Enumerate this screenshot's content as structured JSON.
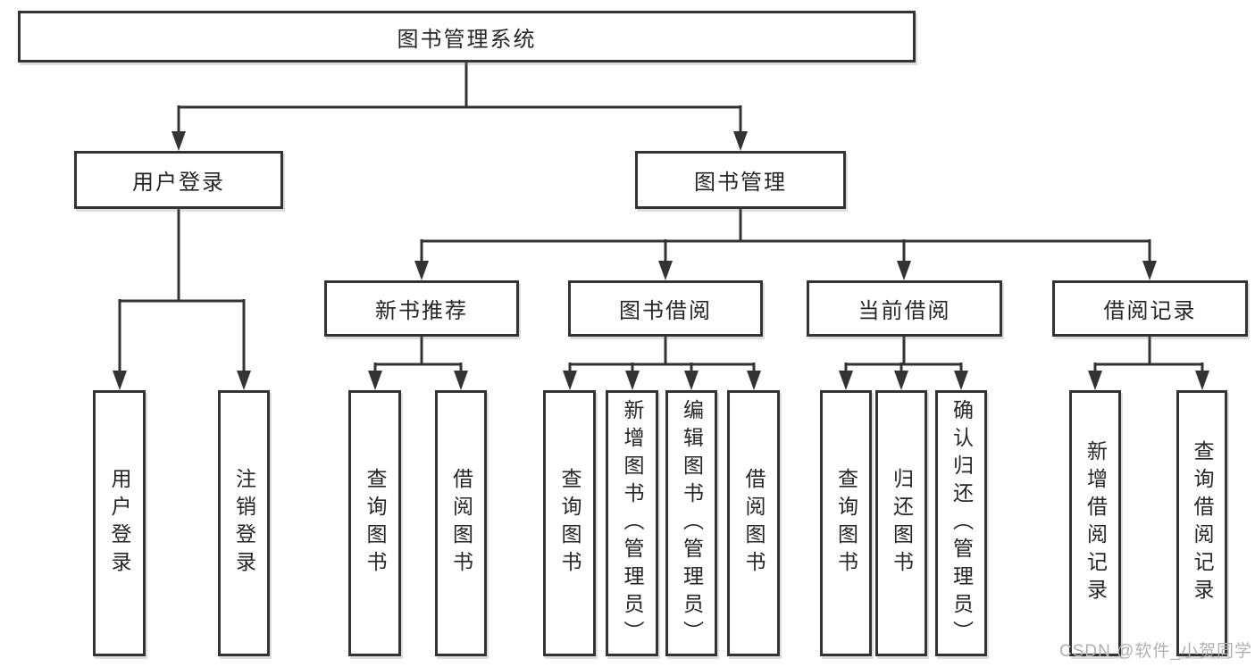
{
  "diagram": {
    "root": "图书管理系统",
    "branches": [
      {
        "label": "用户登录",
        "children": [
          "用户登录",
          "注销登录"
        ]
      },
      {
        "label": "图书管理",
        "sections": [
          {
            "label": "新书推荐",
            "children": [
              "查询图书",
              "借阅图书"
            ]
          },
          {
            "label": "图书借阅",
            "children": [
              "查询图书",
              "新增图书（管理员）",
              "编辑图书（管理员）",
              "借阅图书"
            ]
          },
          {
            "label": "当前借阅",
            "children": [
              "查询图书",
              "归还图书",
              "确认归还（管理员）"
            ]
          },
          {
            "label": "借阅记录",
            "children": [
              "新增借阅记录",
              "查询借阅记录"
            ]
          }
        ]
      }
    ]
  },
  "watermark": "CSDN @软件_小贺同学",
  "colors": {
    "line": "#333333",
    "text": "#262626",
    "watermark": "#b0b0b0",
    "background": "#ffffff"
  }
}
